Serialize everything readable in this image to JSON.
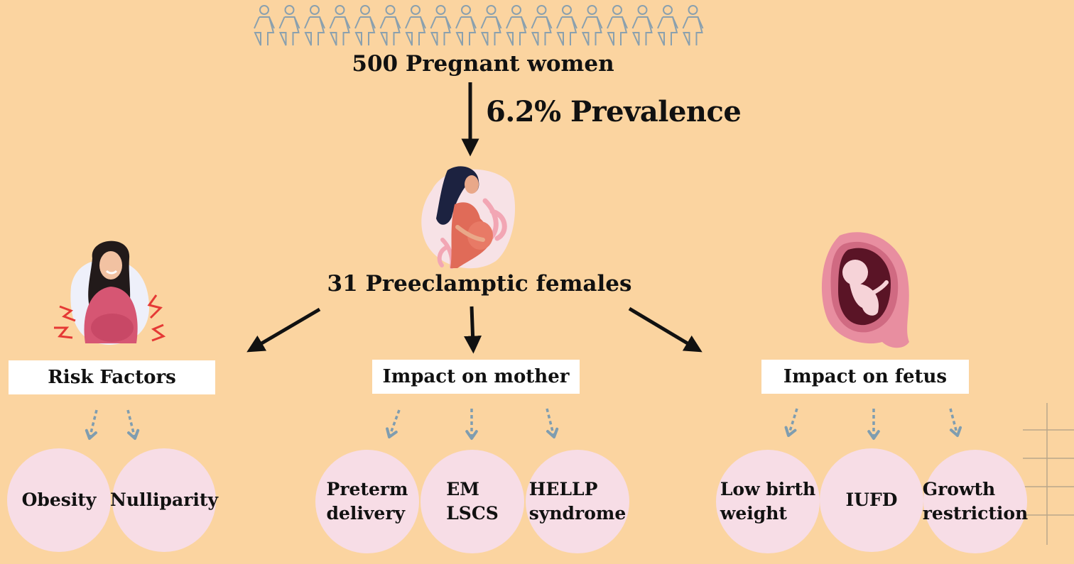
{
  "top": {
    "label": "500 Pregnant women",
    "prevalence": "6.2% Prevalence"
  },
  "middle": {
    "label": "31 Preeclamptic females"
  },
  "branches": [
    {
      "title": "Risk Factors",
      "items": [
        [
          "Obesity"
        ],
        [
          "Nulliparity"
        ]
      ]
    },
    {
      "title": "Impact on mother",
      "items": [
        [
          "Preterm",
          "delivery"
        ],
        [
          "EM",
          "LSCS"
        ],
        [
          "HELLP",
          "syndrome"
        ]
      ]
    },
    {
      "title": "Impact on fetus",
      "items": [
        [
          "Low birth",
          "weight"
        ],
        [
          "IUFD"
        ],
        [
          "Growth",
          "restriction"
        ]
      ]
    }
  ],
  "colors": {
    "background": "#fbd4a0",
    "circle": "#f7dde6",
    "dotted_arrow": "#7f9db0",
    "icon_outline": "#8aa0ae"
  },
  "icons": [
    "women-row-icon",
    "pregnant-woman-icon",
    "distressed-woman-icon",
    "fetus-in-womb-icon"
  ]
}
